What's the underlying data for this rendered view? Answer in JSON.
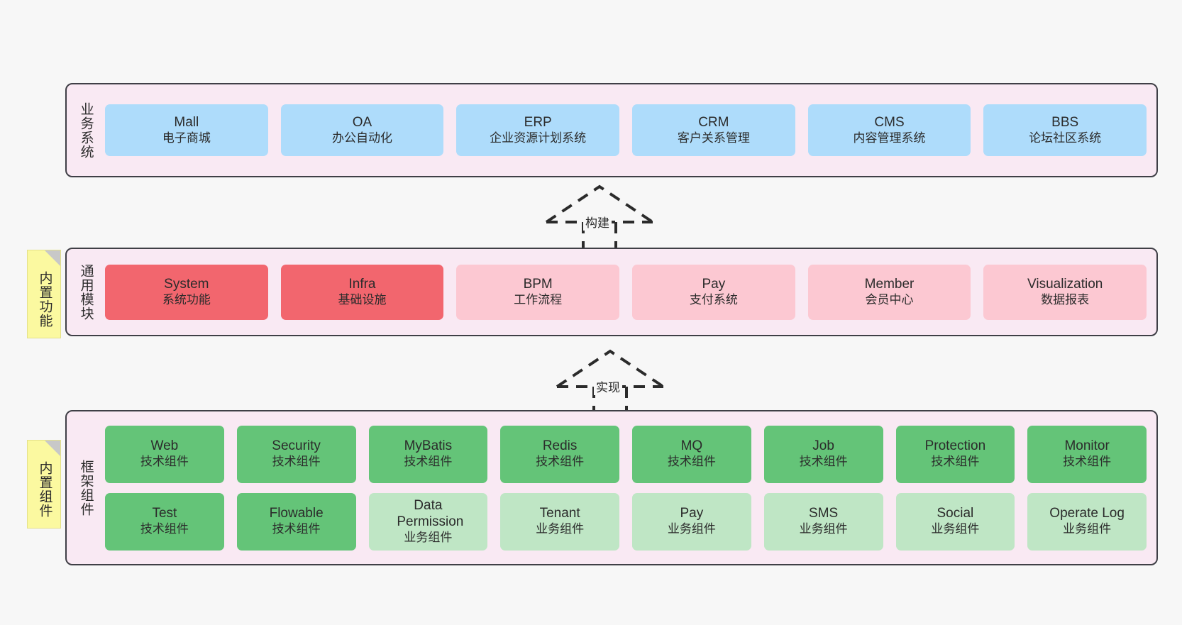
{
  "canvas": {
    "background": "#f7f7f7",
    "layer_fill": "#f9e9f3",
    "layer_border": "#3f3f46"
  },
  "palette": {
    "blue": "#aedcfb",
    "red": "#f2666e",
    "pink": "#fcc8d2",
    "green": "#64c478",
    "light_green": "#bfe6c5",
    "note_yellow": "#fbf9a0"
  },
  "layers": [
    {
      "id": "business-systems",
      "title": "业务系统",
      "rows": [
        {
          "cards": [
            {
              "name": "Mall",
              "sub": "电子商城",
              "color": "blue"
            },
            {
              "name": "OA",
              "sub": "办公自动化",
              "color": "blue"
            },
            {
              "name": "ERP",
              "sub": "企业资源计划系统",
              "color": "blue"
            },
            {
              "name": "CRM",
              "sub": "客户关系管理",
              "color": "blue"
            },
            {
              "name": "CMS",
              "sub": "内容管理系统",
              "color": "blue"
            },
            {
              "name": "BBS",
              "sub": "论坛社区系统",
              "color": "blue"
            }
          ]
        }
      ]
    },
    {
      "id": "common-modules",
      "title": "通用模块",
      "note": "内置功能",
      "rows": [
        {
          "cards": [
            {
              "name": "System",
              "sub": "系统功能",
              "color": "red"
            },
            {
              "name": "Infra",
              "sub": "基础设施",
              "color": "red"
            },
            {
              "name": "BPM",
              "sub": "工作流程",
              "color": "pink"
            },
            {
              "name": "Pay",
              "sub": "支付系统",
              "color": "pink"
            },
            {
              "name": "Member",
              "sub": "会员中心",
              "color": "pink"
            },
            {
              "name": "Visualization",
              "sub": "数据报表",
              "color": "pink"
            }
          ]
        }
      ]
    },
    {
      "id": "framework-components",
      "title": "框架组件",
      "note": "内置组件",
      "rows": [
        {
          "cards": [
            {
              "name": "Web",
              "sub": "技术组件",
              "color": "green"
            },
            {
              "name": "Security",
              "sub": "技术组件",
              "color": "green"
            },
            {
              "name": "MyBatis",
              "sub": "技术组件",
              "color": "green"
            },
            {
              "name": "Redis",
              "sub": "技术组件",
              "color": "green"
            },
            {
              "name": "MQ",
              "sub": "技术组件",
              "color": "green"
            },
            {
              "name": "Job",
              "sub": "技术组件",
              "color": "green"
            },
            {
              "name": "Protection",
              "sub": "技术组件",
              "color": "green"
            },
            {
              "name": "Monitor",
              "sub": "技术组件",
              "color": "green"
            }
          ]
        },
        {
          "cards": [
            {
              "name": "Test",
              "sub": "技术组件",
              "color": "green"
            },
            {
              "name": "Flowable",
              "sub": "技术组件",
              "color": "green"
            },
            {
              "name": "Data Permission",
              "sub": "业务组件",
              "color": "light_green"
            },
            {
              "name": "Tenant",
              "sub": "业务组件",
              "color": "light_green"
            },
            {
              "name": "Pay",
              "sub": "业务组件",
              "color": "light_green"
            },
            {
              "name": "SMS",
              "sub": "业务组件",
              "color": "light_green"
            },
            {
              "name": "Social",
              "sub": "业务组件",
              "color": "light_green"
            },
            {
              "name": "Operate Log",
              "sub": "业务组件",
              "color": "light_green"
            }
          ]
        }
      ]
    }
  ],
  "connectors": [
    {
      "id": "build",
      "label": "构建",
      "from": "common-modules",
      "to": "business-systems"
    },
    {
      "id": "implement",
      "label": "实现",
      "from": "framework-components",
      "to": "common-modules"
    }
  ]
}
